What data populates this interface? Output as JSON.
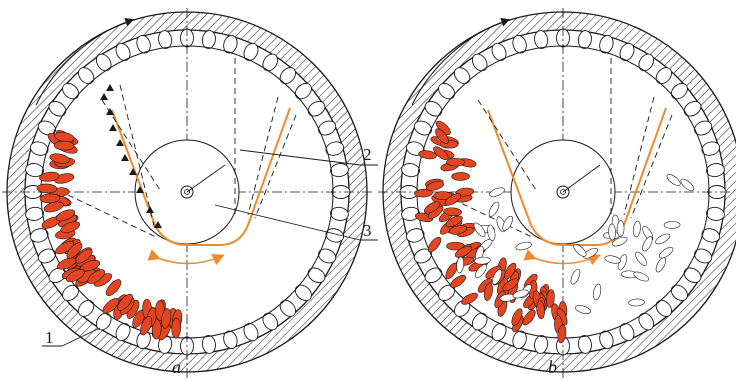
{
  "figure": {
    "panels": [
      {
        "caption": "a",
        "state": "seeds-in-cells"
      },
      {
        "caption": "b",
        "state": "seeds-released"
      }
    ],
    "callouts": {
      "one": "1",
      "two": "2",
      "three": "3"
    },
    "colors": {
      "seed": "#e2451f",
      "trough": "#ef8a2a",
      "line": "#1a1a1a",
      "hatch": "#1a1a1a"
    },
    "icons": [
      "rotation-arrow-icon",
      "oscillation-arrow-icon",
      "axle-icon",
      "seed-icon"
    ]
  }
}
